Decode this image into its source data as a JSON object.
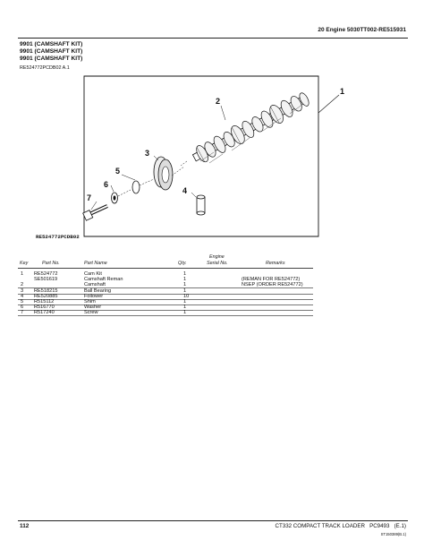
{
  "header": {
    "running_title": "20 Engine 5030TT002-RE515931"
  },
  "kit_titles": [
    "9901 (CAMSHAFT KIT)",
    "9901 (CAMSHAFT KIT)",
    "9901 (CAMSHAFT KIT)"
  ],
  "illustration_ref": "RE524772PCDB02 A.1",
  "figure": {
    "callouts": [
      "1",
      "2",
      "3",
      "4",
      "5",
      "6",
      "7"
    ],
    "label": "RE524772PCDB02"
  },
  "table": {
    "headers": {
      "key": "Key",
      "part_no": "Part No.",
      "part_name": "Part Name",
      "qty": "Qty.",
      "engine": "Engine",
      "serial_no": "Serial No.",
      "remarks": "Remarks"
    },
    "rows": [
      {
        "key": "1",
        "part_no": "RE524772",
        "name": "Cam Kit",
        "qty": "1",
        "remarks": ""
      },
      {
        "key": "",
        "part_no": "SE501619",
        "name": "Camshaft Reman",
        "qty": "1",
        "remarks": "(REMAN FOR RE524772)"
      },
      {
        "key": "2",
        "part_no": "",
        "name": "Camshaft",
        "qty": "1",
        "remarks": "NSEP (ORDER RE524772)"
      },
      {
        "key": "3",
        "part_no": "RE518215",
        "name": "Ball Bearing",
        "qty": "1",
        "remarks": ""
      },
      {
        "key": "4",
        "part_no": "RE520885",
        "name": "Follower",
        "qty": "10",
        "remarks": ""
      },
      {
        "key": "5",
        "part_no": "R515112",
        "name": "Shim",
        "qty": "1",
        "remarks": ""
      },
      {
        "key": "6",
        "part_no": "R516770",
        "name": "Washer",
        "qty": "1",
        "remarks": ""
      },
      {
        "key": "7",
        "part_no": "R517240",
        "name": "Screw",
        "qty": "1",
        "remarks": ""
      }
    ]
  },
  "footer": {
    "page_number": "112",
    "title": "CT332 COMPACT TRACK LOADER   PC9493   (E.1)",
    "code": "ST150389(B.1)"
  }
}
